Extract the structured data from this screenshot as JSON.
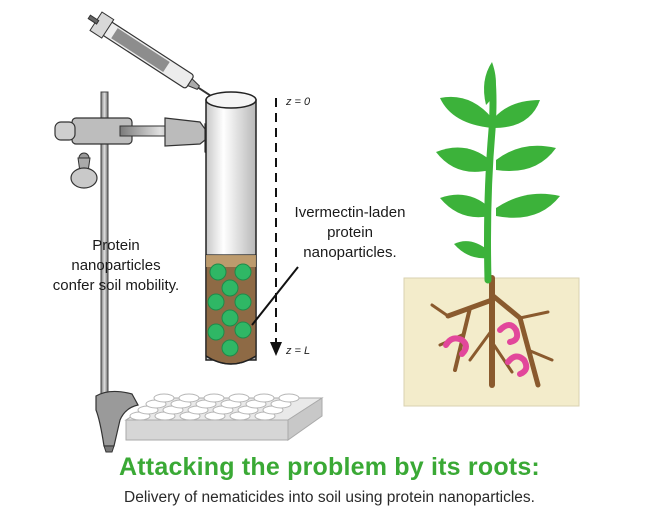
{
  "labels": {
    "z_top": "z = 0",
    "z_bottom": "z = L",
    "ivermectin": [
      "Ivermectin-laden",
      "protein",
      "nanoparticles."
    ],
    "protein_np": [
      "Protein",
      "nanoparticles",
      "confer soil mobility."
    ]
  },
  "headline": "Attacking the problem by its roots:",
  "subheadline": "Delivery of nematicides into soil using protein nanoparticles.",
  "colors": {
    "headline_green": "#3aa935",
    "leaf_green": "#3cb23a",
    "soil": "#f3eccb",
    "root": "#8a5a2e",
    "nematode": "#e2479b",
    "particle": "#2fb765"
  }
}
